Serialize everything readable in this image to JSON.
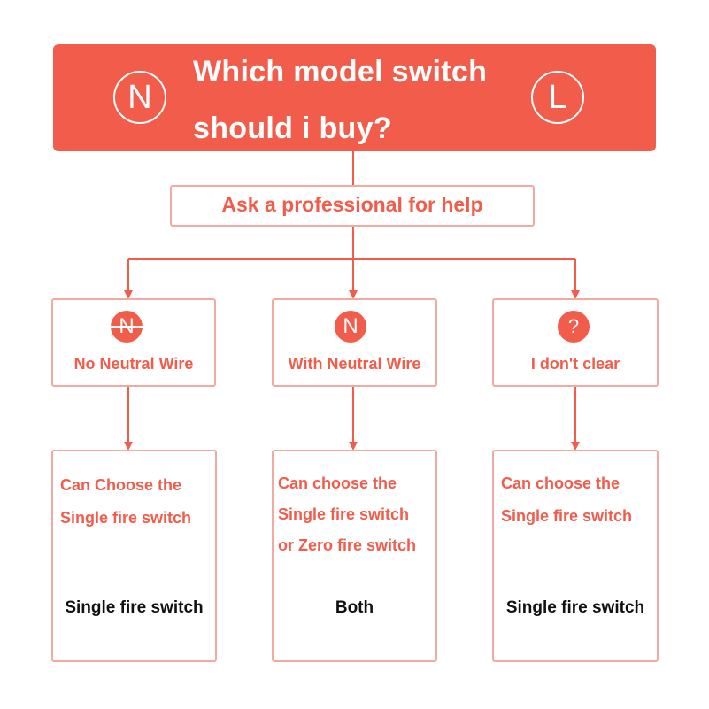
{
  "colors": {
    "accent": "#f25c4b",
    "border": "#f2a99f",
    "answer_text": "#111111",
    "background": "#ffffff"
  },
  "header": {
    "left_badge": "N",
    "right_badge": "L",
    "line1": "Which model switch",
    "line2": "should i buy?"
  },
  "ask": {
    "label": "Ask a professional for help"
  },
  "options": [
    {
      "icon": "N",
      "icon_name": "n-crossed-icon",
      "label": "No Neutral Wire"
    },
    {
      "icon": "N",
      "icon_name": "n-icon",
      "label": "With Neutral Wire"
    },
    {
      "icon": "?",
      "icon_name": "question-icon",
      "label": "I don't clear"
    }
  ],
  "results": [
    {
      "lines": [
        "Can Choose the",
        "Single fire switch"
      ],
      "answer": "Single fire switch"
    },
    {
      "lines": [
        "Can choose the",
        "Single fire switch",
        "or Zero fire switch"
      ],
      "answer": "Both"
    },
    {
      "lines": [
        "Can choose the",
        "Single fire switch"
      ],
      "answer": "Single fire switch"
    }
  ]
}
